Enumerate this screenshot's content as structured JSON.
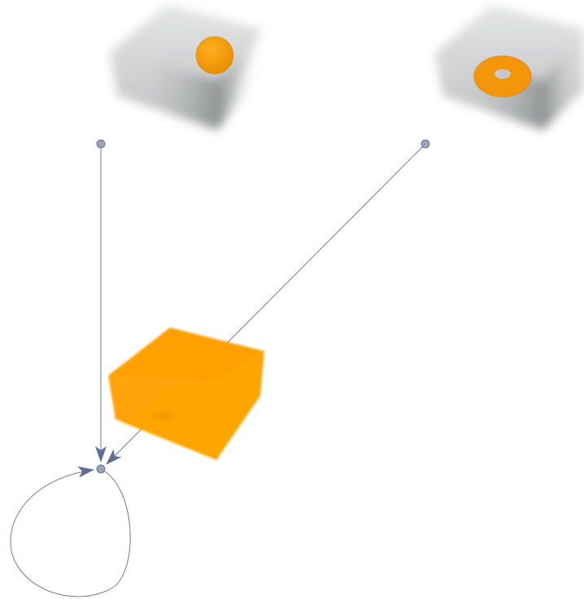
{
  "graph": {
    "nodes": [
      {
        "id": "n1",
        "visual": "grey-box-with-orange-sphere"
      },
      {
        "id": "n2",
        "visual": "grey-box-with-orange-torus"
      },
      {
        "id": "n3",
        "visual": "orange-box"
      }
    ],
    "edges": [
      {
        "from": "n1",
        "to": "n3",
        "directed": true
      },
      {
        "from": "n2",
        "to": "n3",
        "directed": true
      },
      {
        "from": "n3",
        "to": "n3",
        "directed": true,
        "loop": true
      }
    ]
  },
  "colors": {
    "vertex_fill": "#9aa4bd",
    "vertex_stroke": "#5a6480",
    "edge": "#6e7b9c",
    "arrow": "#5f6e95",
    "orange": "#ffa500",
    "orange_dark": "#e68a00",
    "box_grey": "#6f7374"
  }
}
